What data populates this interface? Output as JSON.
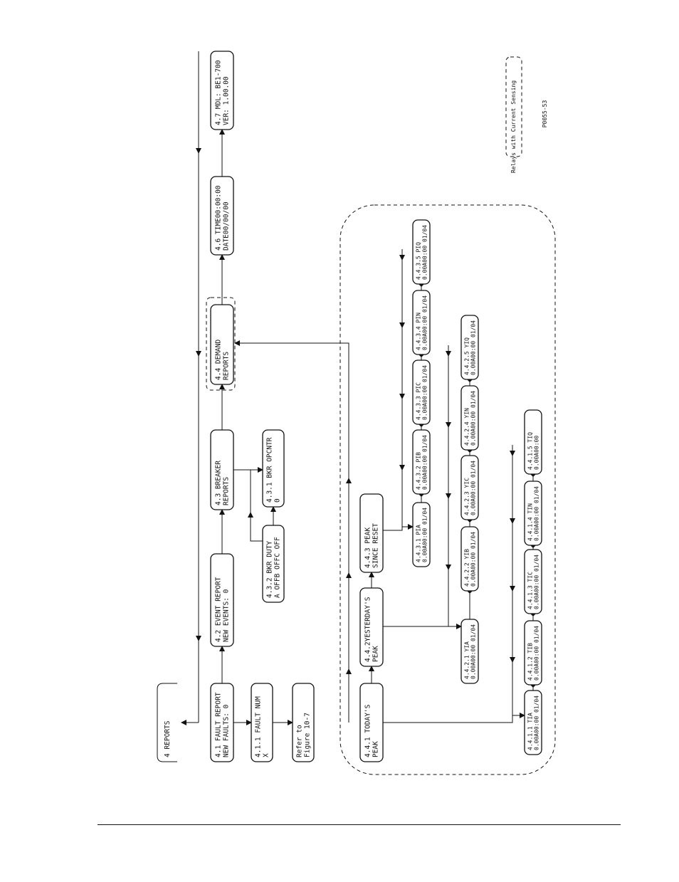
{
  "diagram": {
    "id_code": "P0055-53",
    "legend_label": "Relays with Current Sensing",
    "boxes": {
      "b4": [
        "4 REPORTS"
      ],
      "b41": [
        "4.1 FAULT REPORT",
        "NEW FAULTS: 0"
      ],
      "b411": [
        "4.1.1 FAULT NUM",
        "X"
      ],
      "bref": [
        "Refer to",
        "Figure 10-7"
      ],
      "b42": [
        "4.2 EVENT REPORT",
        "NEW EVENTS: 0"
      ],
      "b43": [
        "4.3 BREAKER",
        "REPORTS"
      ],
      "b432": [
        "4.3.2 BKR DUTY",
        "A OFFB OFFC OFF"
      ],
      "b431": [
        "4.3.1 BKR OPCNTR",
        "0"
      ],
      "b44": [
        "4.4 DEMAND",
        "REPORTS"
      ],
      "b46": [
        "4.6 TIME00:00:00",
        "DATE00/00/00"
      ],
      "b47": [
        "4.7 MDL: BE1-700",
        "VER: 1.00.00"
      ],
      "b441": [
        "4.4.1 TODAY'S",
        "PEAK"
      ],
      "b442": [
        "4.4.2YESTERDAY'S",
        "PEAK"
      ],
      "b443": [
        "4.4.3 PEAK",
        "SINCE RESET"
      ],
      "t1": [
        "4.4.1.1 TIA",
        "0.00A00:00 01/04"
      ],
      "t2": [
        "4.4.1.2 TIB",
        "0.00A00:00 01/04"
      ],
      "t3": [
        "4.4.1.3 TIC",
        "0.00A00:00 01/04"
      ],
      "t4": [
        "4.4.1.4 TIN",
        "0.00A00:00 01/04"
      ],
      "t5": [
        "4.4.1.5 TIQ",
        "0.00A00:00"
      ],
      "y1": [
        "4.4.2.1 YIA",
        "0.00A00:00 01/04"
      ],
      "y2": [
        "4.4.2.2 YIB",
        "0.00A00:00 01/04"
      ],
      "y3": [
        "4.4.2.3 YIC",
        "0.00A00:00 01/04"
      ],
      "y4": [
        "4.4.2.4 YIN",
        "0.00A00:00 01/04"
      ],
      "y5": [
        "4.4.2.5 YIQ",
        "0.00A00:00 01/04"
      ],
      "p1": [
        "4.4.3.1 PIA",
        "0.00A00:00 01/04"
      ],
      "p2": [
        "4.4.3.2 PIB",
        "0.00A00:00 01/04"
      ],
      "p3": [
        "4.4.3.3 PIC",
        "0.00A00:00 01/04"
      ],
      "p4": [
        "4.4.3.4 PIN",
        "0.00A00:00 01/04"
      ],
      "p5": [
        "4.4.3.5 PIQ",
        "0.00A00:00 01/04"
      ]
    }
  }
}
